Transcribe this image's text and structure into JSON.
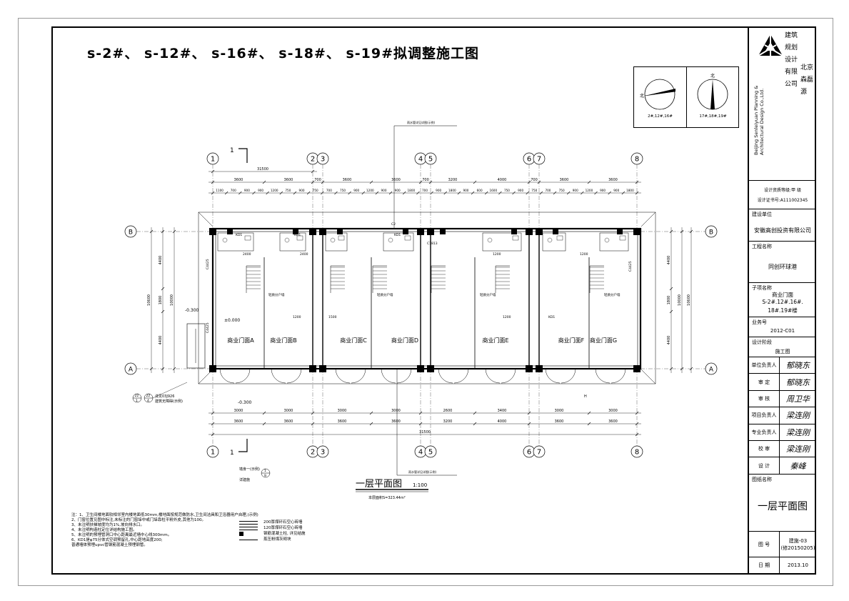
{
  "title": "s-2#、 s-12#、 s-16#、 s-18#、 s-19#拟调整施工图",
  "compass": {
    "left_north": "北",
    "left_caption": "2#,12#,16#",
    "right_north": "北",
    "right_caption": "17#,18#,19#"
  },
  "plan": {
    "caption": "一层平面图",
    "scale": "1:100",
    "area": "本层面积S=323.44m²",
    "grid_top": [
      "1",
      "2",
      "3",
      "4",
      "5",
      "6",
      "7",
      "8"
    ],
    "grid_side": [
      "B",
      "A"
    ],
    "shops": [
      "商业门面A",
      "商业门面B",
      "商业门面C",
      "商业门面D",
      "商业门面E",
      "商业门面F",
      "商业门面G"
    ],
    "dims_top": [
      "3600",
      "3600",
      "700",
      "3600",
      "3600",
      "700",
      "3200",
      "4000",
      "700",
      "3600",
      "3600"
    ],
    "dims_top2": [
      "1100",
      "700",
      "900",
      "900",
      "1200",
      "750",
      "900",
      "750",
      "700",
      "750",
      "900",
      "1200",
      "900",
      "900",
      "1800",
      "700",
      "900",
      "1800",
      "900",
      "600",
      "1600",
      "750",
      "900",
      "750",
      "700",
      "750",
      "900",
      "1200",
      "900",
      "900",
      "1800"
    ],
    "dims_bottom": [
      "3000",
      "3000",
      "3000",
      "3000",
      "2600",
      "3400",
      "3000",
      "3000"
    ],
    "dims_bottom2": [
      "3600",
      "3600",
      "3600",
      "3600",
      "3200",
      "4000",
      "3600",
      "3600"
    ],
    "total": "31500",
    "total_side": "10600",
    "side_dims": [
      "4400",
      "1800",
      "4400"
    ],
    "side_dims2": [
      "10000"
    ],
    "level_a": "±0.000",
    "level_b": "-0.300",
    "level_c": "-0.300",
    "labels_misc": [
      "C1813",
      "C4425",
      "C4425",
      "C4425",
      "2400",
      "2400",
      "1200",
      "1200",
      "1200",
      "1500",
      "1200",
      "KD1",
      "KD1",
      "KD1",
      "KD1",
      "C2"
    ],
    "section": "1",
    "ref_note1": "详见03J926",
    "ref_note2": "建筑无障碍(示例)",
    "ref_note3": "墙身一(示例)",
    "ref_note4": "详建施",
    "ref_fraction_top": "1",
    "ref_fraction_bottom": "9",
    "ref_circle1_top": "22",
    "ref_circle1_bottom": "1",
    "ref_circle2_top": "22",
    "ref_circle2_bottom": "4",
    "pipe_top": "雨水管详见详图(示例)",
    "pipe_bottom": "雨水管详见详图(示例)",
    "stair_note": "轻质分户墙",
    "h_mark": "H"
  },
  "notes": [
    "注：1、卫生间楼地面较相邻室内楼地面低30mm,楼地面按规范做防水,卫生间洁具和卫浴器用户自理,(示例)",
    "    2、门窗位置见图中标注,未标注的门窗垛中或门垛靠柱平粉外皮,其他为100。",
    "    3、未注明扶梯坡度均为1%,坡向排水口。",
    "    4、未注明构造柱定位详结构施工图。",
    "    5、未注明的预埋管洞口中心距离最近墙中心线300mm。",
    "    6、KD1是φ75分体式空调预留孔,中心距地高度200;",
    "       普通墙体预埋upvc管钢筋混凝土预埋钢管。"
  ],
  "legend": [
    {
      "label": "200厚煤矸石空心砖墙",
      "style": "double"
    },
    {
      "label": "120厚煤矸石空心砖墙",
      "style": "double"
    },
    {
      "label": "钢筋混凝土柱, 详见结施",
      "style": "solid"
    },
    {
      "label": "蒸压粉煤灰砌块",
      "style": "single"
    }
  ],
  "titleblock": {
    "company_cn": [
      "建筑",
      "规划",
      "设计",
      "有限",
      "公司"
    ],
    "company_cn2": [
      "北京",
      "森磊",
      "源"
    ],
    "company_en1": "Beijing Senleiyuan Planning &",
    "company_en2": "Architectural Design Co.,Ltd.",
    "qual_label": "设计资质等级:甲   级",
    "cert_label": "设计证书号:A111002345",
    "client_label": "建设单位",
    "client": "安徽高创投资有限公司",
    "project_label": "工程名称",
    "project": "同创环球港",
    "subproject_label": "子项名称",
    "subproject1": "商业门面",
    "subproject2": "S-2#.12#.16#.",
    "subproject3": "18#.19#楼",
    "job_label": "业务号",
    "job": "2012-C01",
    "stage_label": "设计阶段",
    "stage": "施工图",
    "roles": [
      {
        "k": "单位负责人",
        "v": "郁晓东"
      },
      {
        "k": "审  定",
        "v": "郁晓东"
      },
      {
        "k": "审  核",
        "v": "周卫华"
      },
      {
        "k": "项目负责人",
        "v": "梁连刚"
      },
      {
        "k": "专业负责人",
        "v": "梁连刚"
      },
      {
        "k": "校  审",
        "v": "梁连刚"
      },
      {
        "k": "设  计",
        "v": "秦峰"
      }
    ],
    "drawing_name_label": "图纸名称",
    "drawing_name": "一层平面图",
    "drawing_no_label": "图  号",
    "drawing_no": "建施-03",
    "drawing_no_rev": "(修20150205)",
    "date_label": "日  期",
    "date": "2013.10"
  }
}
